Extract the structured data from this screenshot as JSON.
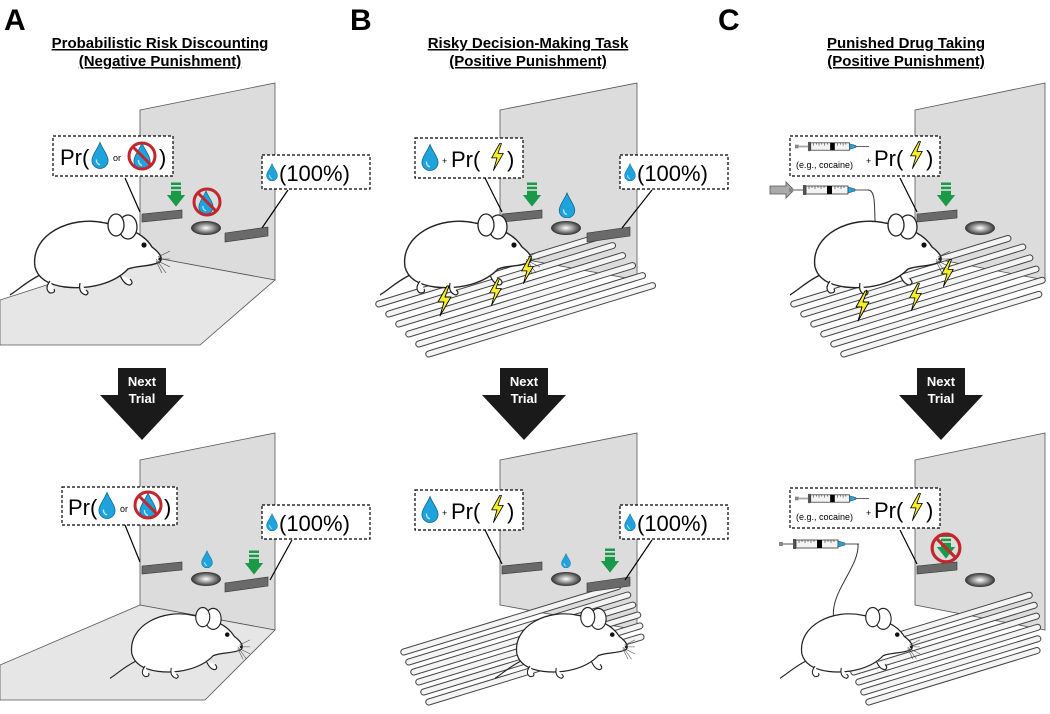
{
  "panels": [
    {
      "letter": "A",
      "title_line1": "Probabilistic Risk Discounting",
      "title_line2": "(Negative Punishment)",
      "risky_label": "Pr(",
      "risky_or": "or",
      "risky_close": ")",
      "safe_label": "(100%)",
      "arrow_line1": "Next",
      "arrow_line2": "Trial"
    },
    {
      "letter": "B",
      "title_line1": "Risky Decision-Making Task",
      "title_line2": "(Positive Punishment)",
      "plus": "+",
      "risky_label": "Pr(",
      "risky_close": ")",
      "safe_label": "(100%)",
      "arrow_line1": "Next",
      "arrow_line2": "Trial"
    },
    {
      "letter": "C",
      "title_line1": "Punished Drug Taking",
      "title_line2": "(Positive Punishment)",
      "drug_note": "(e.g., cocaine)",
      "plus": "+",
      "risky_label": "Pr(",
      "risky_close": ")",
      "arrow_line1": "Next",
      "arrow_line2": "Trial"
    }
  ],
  "colors": {
    "water": "#1ea3dc",
    "shock": "#f7ee2a",
    "lever_arrow": "#1a9a48",
    "no_symbol": "#c1272d",
    "wall": "#dcdcdc",
    "floor": "#e6e6e6",
    "arrow_fill": "#1a1a1a"
  }
}
